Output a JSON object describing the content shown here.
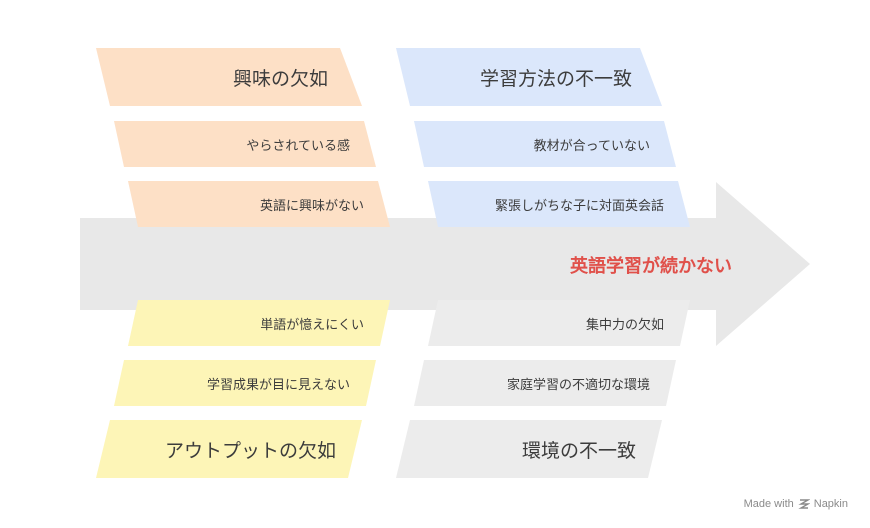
{
  "problem": "英語学習が続かない",
  "categories": {
    "interest": {
      "title": "興味の欠如",
      "causes": [
        "やらされている感",
        "英語に興味がない"
      ]
    },
    "method": {
      "title": "学習方法の不一致",
      "causes": [
        "教材が合っていない",
        "緊張しがちな子に対面英会話"
      ]
    },
    "output": {
      "title": "アウトプットの欠如",
      "causes": [
        "単語が憶えにくい",
        "学習成果が目に見えない"
      ]
    },
    "environment": {
      "title": "環境の不一致",
      "causes": [
        "集中力の欠如",
        "家庭学習の不適切な環境"
      ]
    }
  },
  "credit": {
    "prefix": "Made with",
    "brand": "Napkin"
  },
  "colors": {
    "interest": "#fde0c6",
    "method": "#dbe7fb",
    "output": "#fdf5b7",
    "environment": "#ececec",
    "spine": "#e8e8e8",
    "problem": "#e0504a"
  }
}
